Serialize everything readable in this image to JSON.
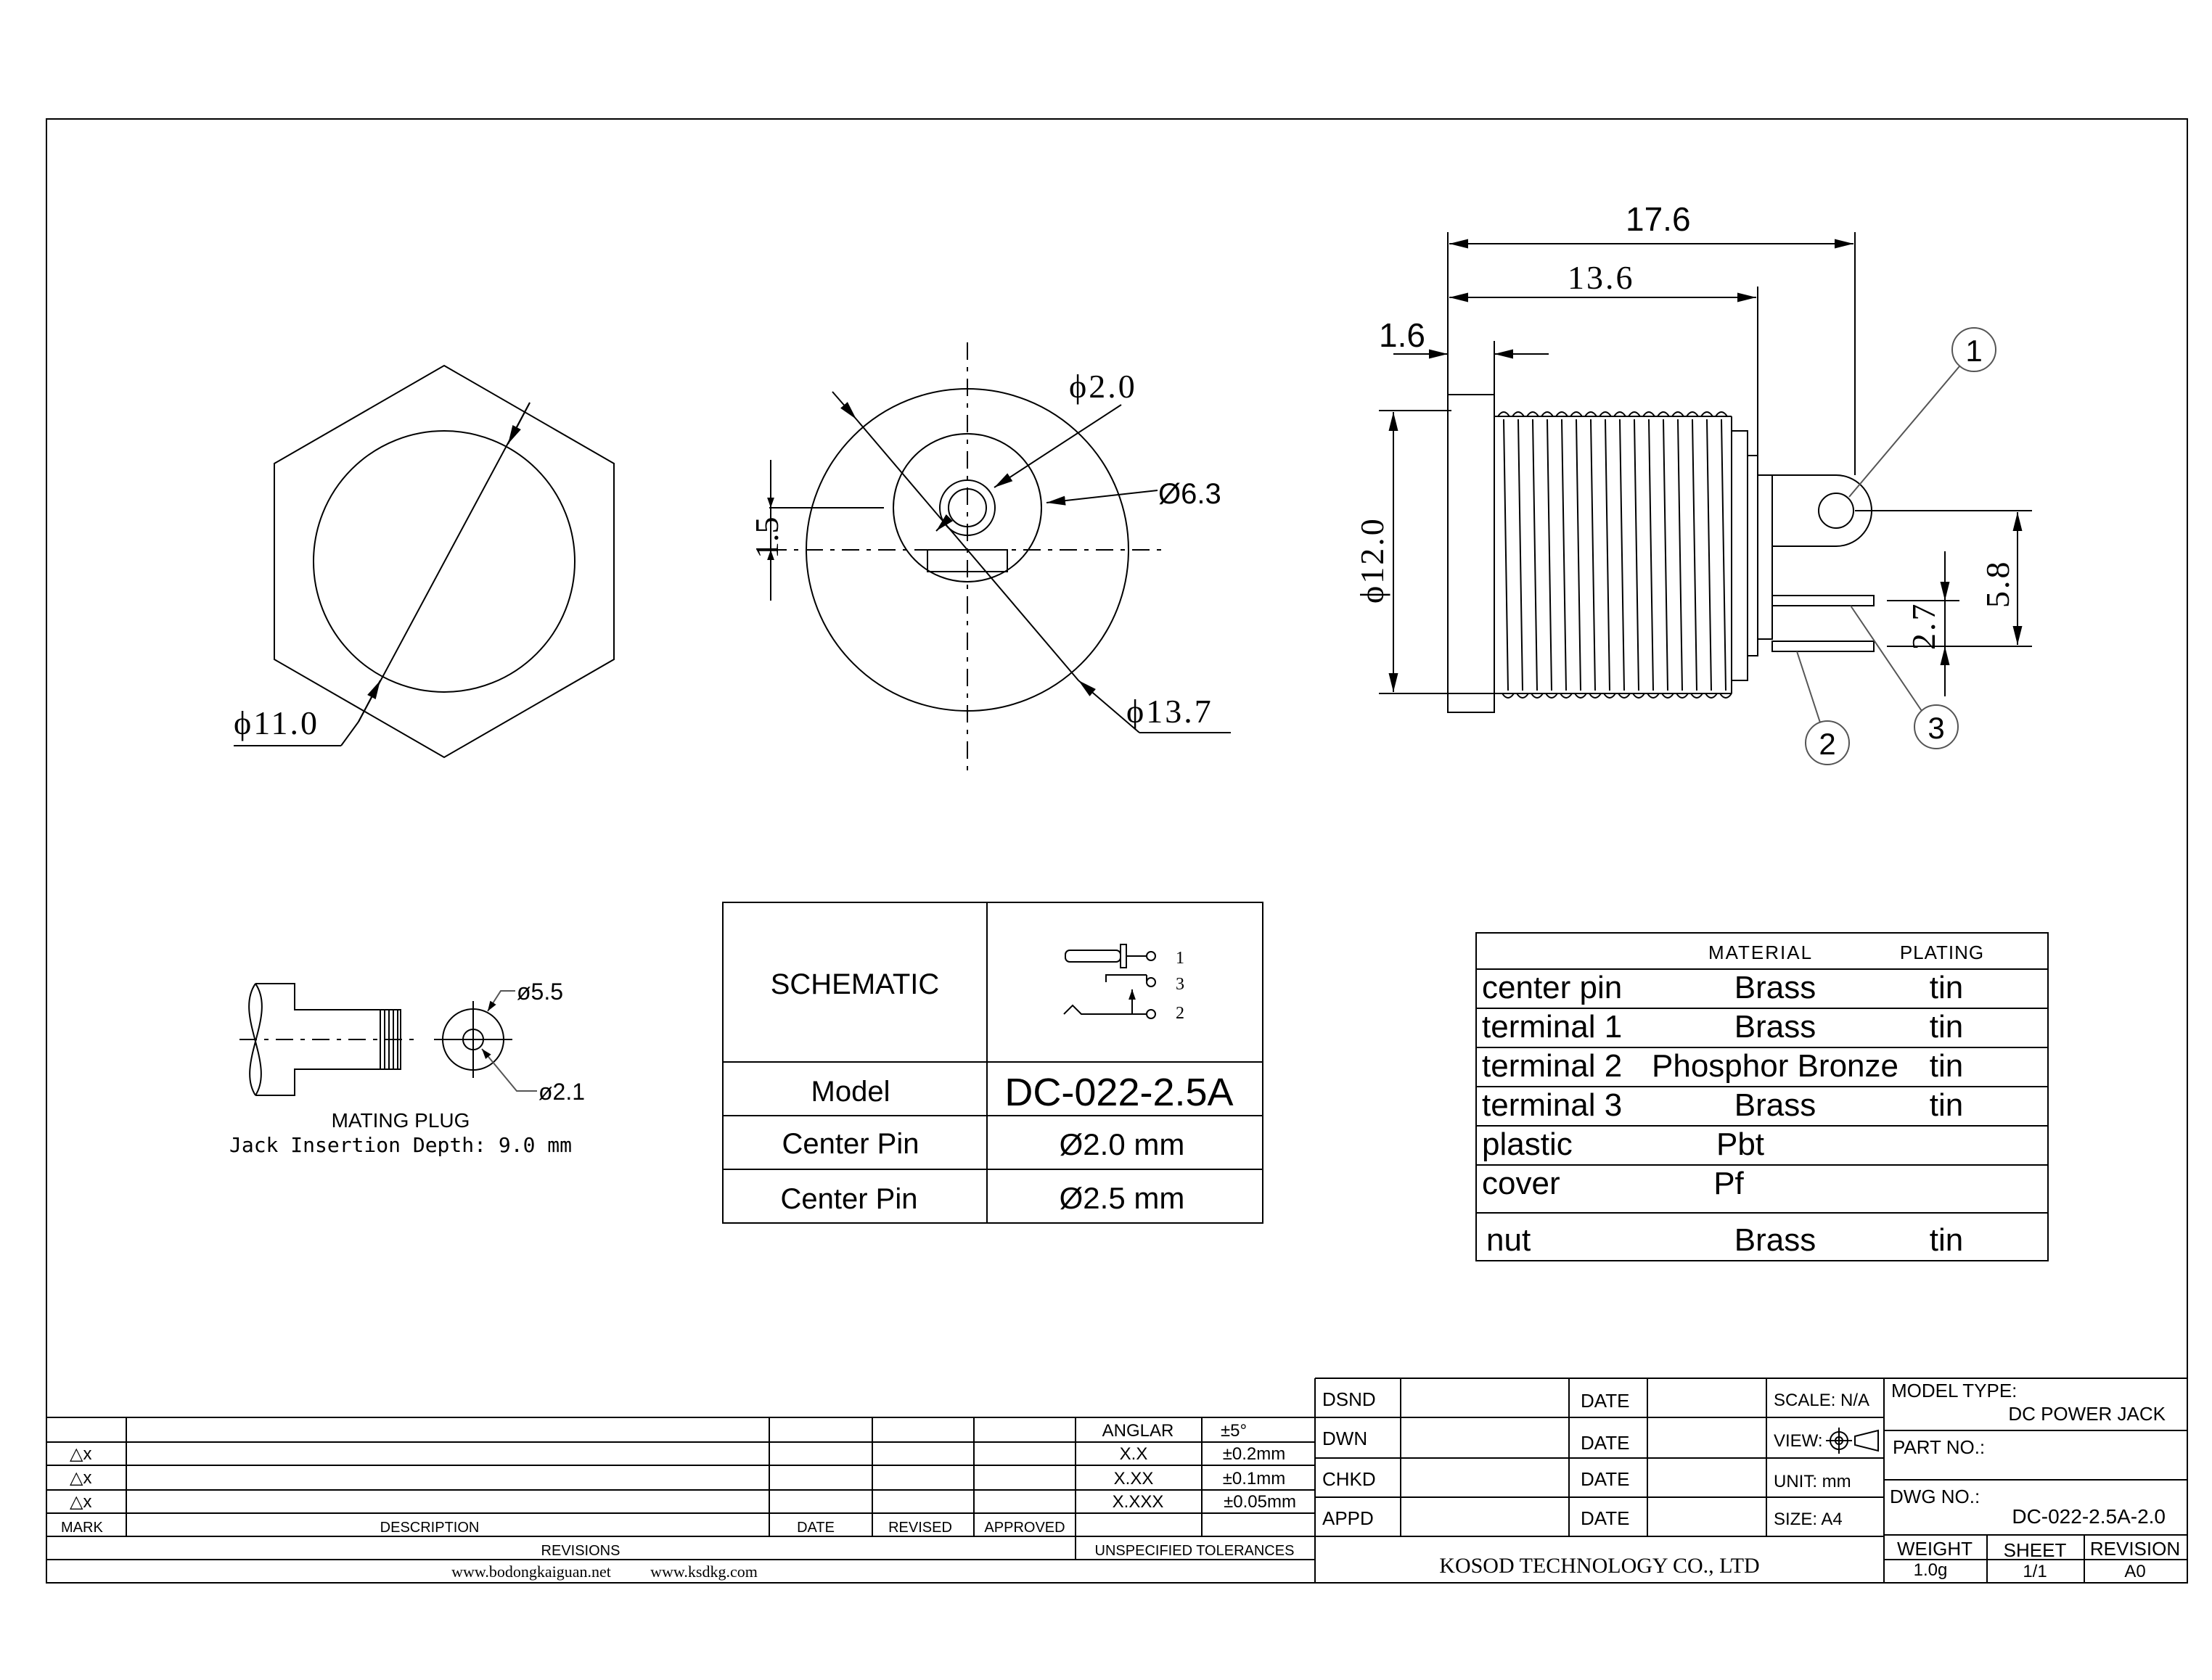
{
  "dimensions": {
    "hex_across": "ϕ11.0",
    "center_pin_dia": "ϕ2.0",
    "inner_bore": "Ø6.3",
    "outer_flange": "ϕ13.7",
    "pin_offset": "1.5",
    "overall_length": "17.6",
    "thread_length": "13.6",
    "flange_thickness": "1.6",
    "thread_dia": "ϕ12.0",
    "terminal_spacing": "5.8",
    "terminal_gap": "2.7"
  },
  "balloons": [
    "1",
    "2",
    "3"
  ],
  "mating_plug": {
    "outer_dia": "ø5.5",
    "inner_dia": "ø2.1",
    "title": "MATING PLUG",
    "note": "Jack Insertion Depth: 9.0 mm"
  },
  "spec_table": {
    "schematic_label": "SCHEMATIC",
    "schematic_pins": [
      "1",
      "3",
      "2"
    ],
    "rows": [
      {
        "label": "Model",
        "value": "DC-022-2.5A"
      },
      {
        "label": "Center Pin",
        "value": "Ø2.0 mm"
      },
      {
        "label": "Center Pin",
        "value": "Ø2.5 mm"
      }
    ]
  },
  "materials": {
    "headers": [
      "MATERIAL",
      "PLATING"
    ],
    "rows": [
      {
        "part": "center pin",
        "material": "Brass",
        "plating": "tin"
      },
      {
        "part": "terminal 1",
        "material": "Brass",
        "plating": "tin"
      },
      {
        "part": "terminal 2",
        "material": "Phosphor Bronze",
        "plating": "tin"
      },
      {
        "part": "terminal 3",
        "material": "Brass",
        "plating": "tin"
      },
      {
        "part": "plastic",
        "material": "Pbt",
        "plating": ""
      },
      {
        "part": "cover",
        "material": "Pf",
        "plating": ""
      },
      {
        "part": "nut",
        "material": "Brass",
        "plating": "tin"
      }
    ]
  },
  "revisions": {
    "marks": [
      "△x",
      "△x",
      "△x"
    ],
    "headers": {
      "mark": "MARK",
      "description": "DESCRIPTION",
      "date": "DATE",
      "revised": "REVISED",
      "approved": "APPROVED"
    },
    "section_label": "REVISIONS",
    "websites": [
      "www.bodongkaiguan.net",
      "www.ksdkg.com"
    ]
  },
  "tolerances": {
    "rows": [
      {
        "key": "ANGLAR",
        "value": "±5°"
      },
      {
        "key": "X.X",
        "value": "±0.2mm"
      },
      {
        "key": "X.XX",
        "value": "±0.1mm"
      },
      {
        "key": "X.XXX",
        "value": "±0.05mm"
      }
    ],
    "label": "UNSPECIFIED TOLERANCES"
  },
  "title_block": {
    "roles": [
      "DSND",
      "DWN",
      "CHKD",
      "APPD"
    ],
    "date_label": "DATE",
    "scale": "SCALE: N/A",
    "view": "VIEW:",
    "unit": "UNIT: mm",
    "size": "SIZE: A4",
    "company": "KOSOD TECHNOLOGY CO., LTD",
    "model_type_label": "MODEL TYPE:",
    "model_type": "DC POWER JACK",
    "part_no_label": "PART NO.:",
    "dwg_no_label": "DWG NO.:",
    "dwg_no": "DC-022-2.5A-2.0",
    "weight_label": "WEIGHT",
    "weight": "1.0g",
    "sheet_label": "SHEET",
    "sheet": "1/1",
    "revision_label": "REVISION",
    "revision": "A0"
  }
}
